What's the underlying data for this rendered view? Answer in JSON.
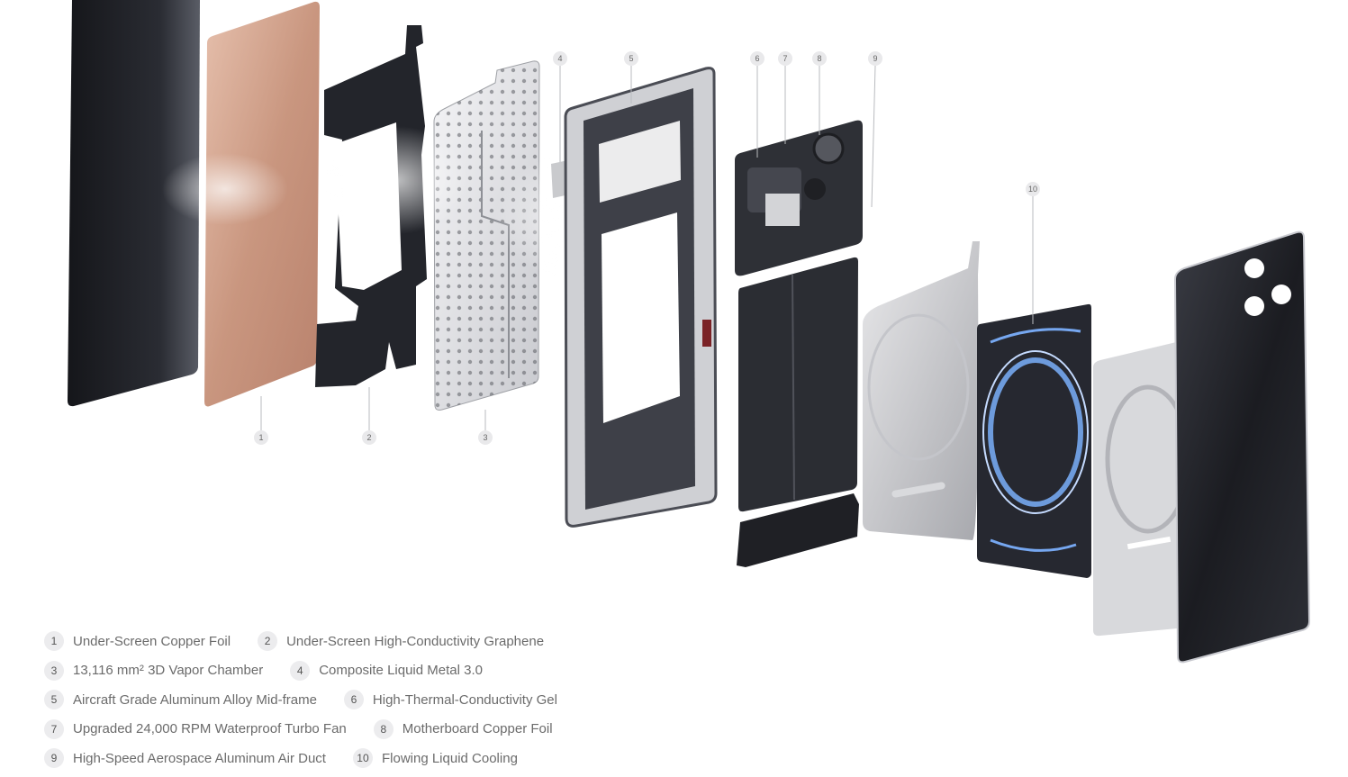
{
  "legend": [
    {
      "num": "1",
      "label": "Under-Screen Copper Foil"
    },
    {
      "num": "2",
      "label": "Under-Screen High-Conductivity Graphene"
    },
    {
      "num": "3",
      "label": "13,116 mm² 3D Vapor Chamber"
    },
    {
      "num": "4",
      "label": "Composite Liquid Metal 3.0"
    },
    {
      "num": "5",
      "label": "Aircraft Grade Aluminum Alloy Mid-frame"
    },
    {
      "num": "6",
      "label": "High-Thermal-Conductivity Gel"
    },
    {
      "num": "7",
      "label": "Upgraded 24,000 RPM Waterproof Turbo Fan"
    },
    {
      "num": "8",
      "label": "Motherboard Copper Foil"
    },
    {
      "num": "9",
      "label": "High-Speed Aerospace Aluminum Air Duct"
    },
    {
      "num": "10",
      "label": "Flowing Liquid Cooling"
    }
  ],
  "markers": [
    "1",
    "2",
    "3",
    "4",
    "5",
    "6",
    "7",
    "8",
    "9",
    "10"
  ],
  "colors": {
    "screen": "#1c1d22",
    "copper": "#c99a84",
    "graphene": "#23252b",
    "vapor": "#d9dadd",
    "frame": "#3a3c43",
    "liquid": "#5b8fe6",
    "back": "#1f2026",
    "legend_text": "#6b6b6b"
  }
}
